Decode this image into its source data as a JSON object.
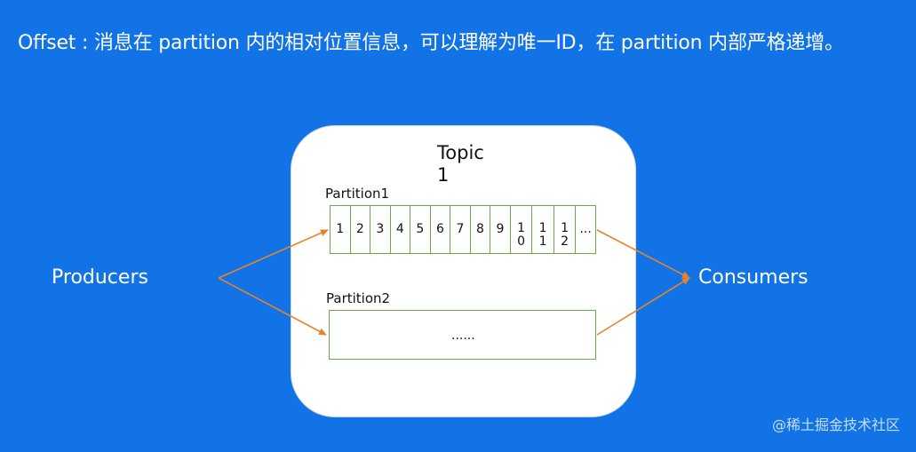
{
  "headline": "Offset : 消息在 partition 内的相对位置信息，可以理解为唯一ID，在 partition 内部严格递增。",
  "topic": {
    "label": "Topic 1"
  },
  "partition1": {
    "label": "Partition1",
    "cells": [
      "1",
      "2",
      "3",
      "4",
      "5",
      "6",
      "7",
      "8",
      "9",
      "10",
      "11",
      "12",
      "..."
    ]
  },
  "partition2": {
    "label": "Partition2",
    "content": "......"
  },
  "producers": {
    "label": "Producers"
  },
  "consumers": {
    "label": "Consumers"
  },
  "watermark": "@稀土掘金技术社区",
  "colors": {
    "background": "#1273e6",
    "arrow": "#e8832a",
    "partition_border": "#6aa84f"
  }
}
